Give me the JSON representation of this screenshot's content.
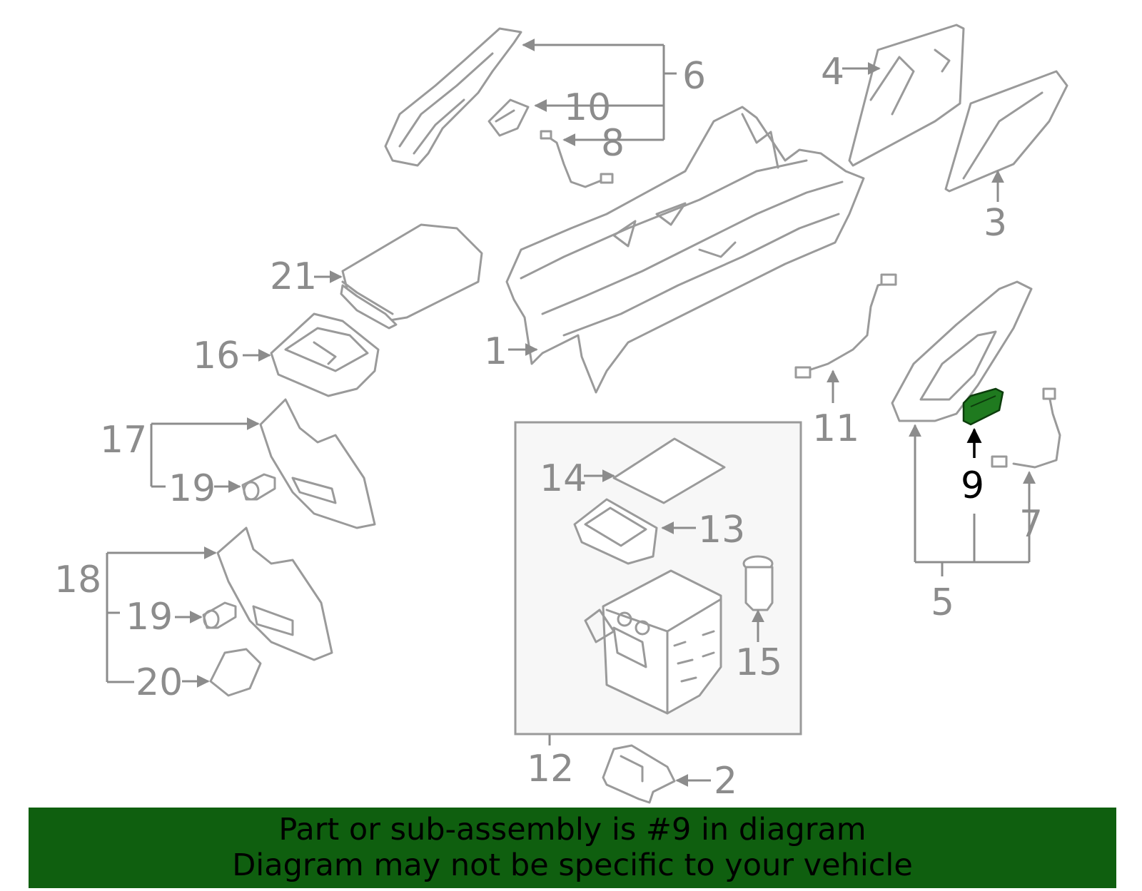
{
  "diagram": {
    "callouts": {
      "c1": "1",
      "c2": "2",
      "c3": "3",
      "c4": "4",
      "c5": "5",
      "c6": "6",
      "c7": "7",
      "c8": "8",
      "c9": "9",
      "c10": "10",
      "c11": "11",
      "c12": "12",
      "c13": "13",
      "c14": "14",
      "c15": "15",
      "c16": "16",
      "c17": "17",
      "c18": "18",
      "c19a": "19",
      "c19b": "19",
      "c20": "20",
      "c21": "21"
    },
    "highlight_part": "9",
    "highlight_color": "#1f7a1f",
    "line_color": "#9a9a9a"
  },
  "banner": {
    "line1": "Part or sub-assembly is #9 in diagram",
    "line2": "Diagram may not be specific to your vehicle",
    "background": "#0f5f0f"
  }
}
